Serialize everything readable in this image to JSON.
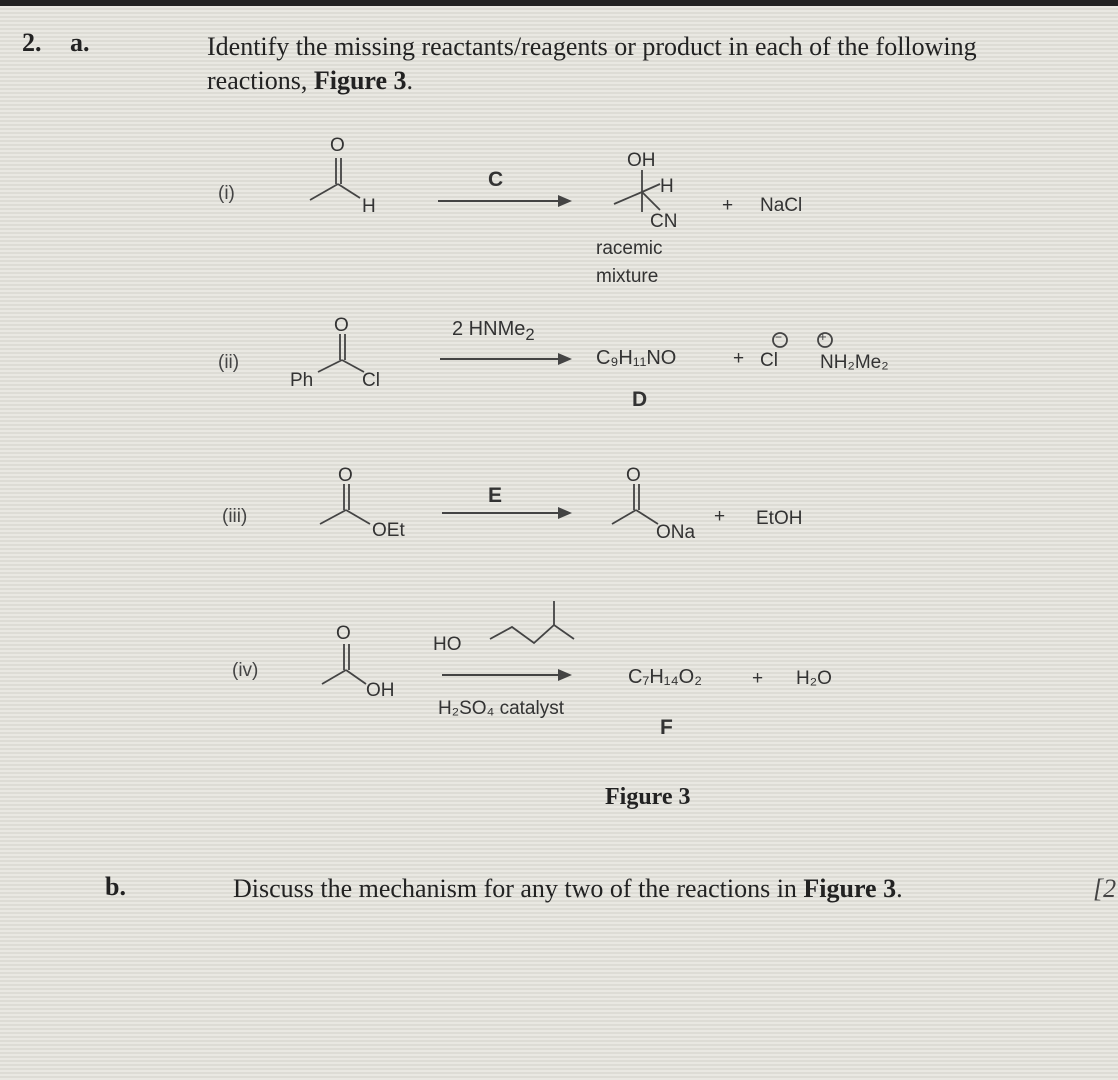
{
  "question": {
    "number": "2.",
    "part_a": "a.",
    "part_a_line1": "Identify the missing reactants/reagents or product in each of the following",
    "part_a_line2": "reactions,",
    "part_a_figref": "Figure 3",
    "part_a_end": ".",
    "part_b": "b.",
    "part_b_text": "Discuss the mechanism for any two of the reactions in",
    "part_b_figref": "Figure 3",
    "part_b_end": ".",
    "marks_fragment": "[2"
  },
  "reactions": [
    {
      "label": "(i)",
      "reactant_atoms": {
        "o": "O",
        "h": "H"
      },
      "reagent": "C",
      "product_atoms": {
        "oh": "OH",
        "h": "H",
        "cn": "CN"
      },
      "product_note_1": "racemic",
      "product_note_2": "mixture",
      "plus": "+",
      "byproduct": "NaCl"
    },
    {
      "label": "(ii)",
      "reactant_atoms": {
        "o": "O",
        "ph": "Ph",
        "cl": "Cl"
      },
      "reagent": "2 HNMe",
      "reagent_sub": "2",
      "product": "C₉H₁₁NO",
      "product_letter": "D",
      "plus": "+",
      "byproduct_anion": "Cl",
      "byproduct_cation": "NH₂Me₂",
      "minus_sign": "−",
      "plus_sign": "+"
    },
    {
      "label": "(iii)",
      "reactant_atoms": {
        "o": "O",
        "oet": "OEt"
      },
      "reagent": "E",
      "product_atoms": {
        "o": "O",
        "ona": "ONa"
      },
      "plus": "+",
      "byproduct": "EtOH"
    },
    {
      "label": "(iv)",
      "reactant_atoms": {
        "o": "O",
        "oh": "OH"
      },
      "reagent_alcohol_atom": "HO",
      "reagent_catalyst": "H₂SO₄ catalyst",
      "product": "C₇H₁₄O₂",
      "product_letter": "F",
      "plus": "+",
      "byproduct": "H₂O"
    }
  ],
  "figure_caption": "Figure 3"
}
